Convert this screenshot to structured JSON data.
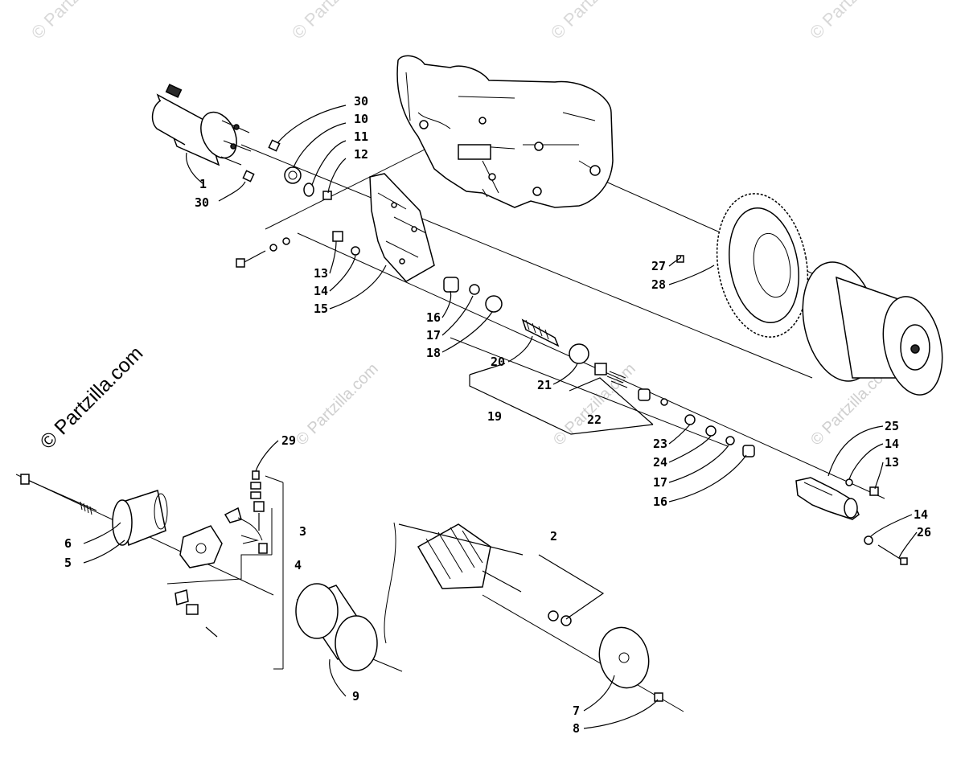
{
  "watermarks": {
    "corner": "© Partzilla.com",
    "side": "© Partzilla.com",
    "center": "© Partzilla.com"
  },
  "callouts": [
    {
      "id": "c30a",
      "text": "30"
    },
    {
      "id": "c10",
      "text": "10"
    },
    {
      "id": "c11",
      "text": "11"
    },
    {
      "id": "c12",
      "text": "12"
    },
    {
      "id": "c1",
      "text": "1"
    },
    {
      "id": "c30b",
      "text": "30"
    },
    {
      "id": "c13a",
      "text": "13"
    },
    {
      "id": "c14a",
      "text": "14"
    },
    {
      "id": "c15",
      "text": "15"
    },
    {
      "id": "c16a",
      "text": "16"
    },
    {
      "id": "c17a",
      "text": "17"
    },
    {
      "id": "c18",
      "text": "18"
    },
    {
      "id": "c20",
      "text": "20"
    },
    {
      "id": "c21",
      "text": "21"
    },
    {
      "id": "c19",
      "text": "19"
    },
    {
      "id": "c22",
      "text": "22"
    },
    {
      "id": "c27",
      "text": "27"
    },
    {
      "id": "c28",
      "text": "28"
    },
    {
      "id": "c23",
      "text": "23"
    },
    {
      "id": "c24",
      "text": "24"
    },
    {
      "id": "c17b",
      "text": "17"
    },
    {
      "id": "c16b",
      "text": "16"
    },
    {
      "id": "c25",
      "text": "25"
    },
    {
      "id": "c14b",
      "text": "14"
    },
    {
      "id": "c13b",
      "text": "13"
    },
    {
      "id": "c14c",
      "text": "14"
    },
    {
      "id": "c26",
      "text": "26"
    },
    {
      "id": "c29",
      "text": "29"
    },
    {
      "id": "c3",
      "text": "3"
    },
    {
      "id": "c4",
      "text": "4"
    },
    {
      "id": "c6",
      "text": "6"
    },
    {
      "id": "c5",
      "text": "5"
    },
    {
      "id": "c2",
      "text": "2"
    },
    {
      "id": "c9",
      "text": "9"
    },
    {
      "id": "c7",
      "text": "7"
    },
    {
      "id": "c8",
      "text": "8"
    }
  ]
}
